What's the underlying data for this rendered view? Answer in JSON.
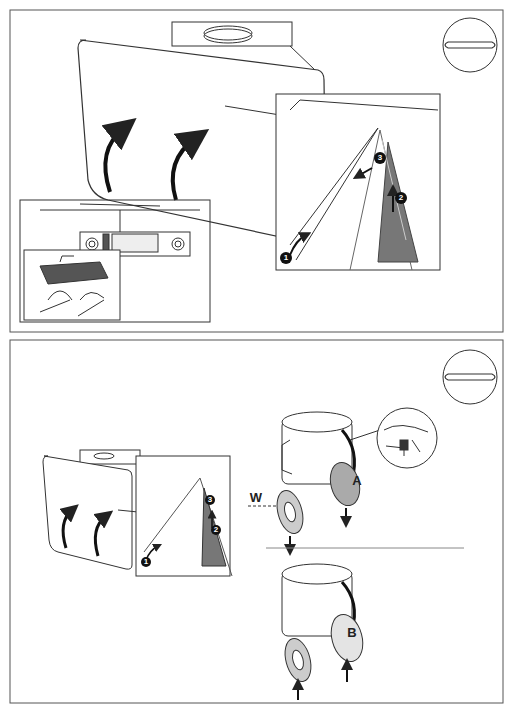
{
  "diagram": {
    "labels": [
      "3",
      "2",
      "1",
      "3",
      "2",
      "1",
      "W",
      "A",
      "B"
    ]
  }
}
